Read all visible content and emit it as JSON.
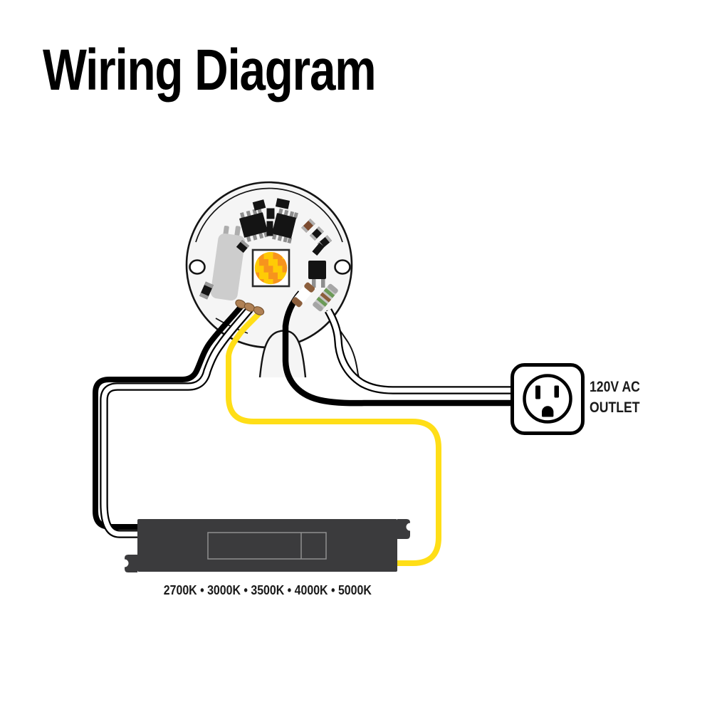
{
  "title": "Wiring Diagram",
  "outlet": {
    "label_line1": "120V AC",
    "label_line2": "OUTLET"
  },
  "driver": {
    "kelvin_options": "2700K • 3000K • 3500K • 4000K • 5000K"
  },
  "colors": {
    "wire_yellow": "#FFDE17",
    "wire_black": "#000000",
    "wire_white": "#FFFFFF",
    "driver_body": "#3B3B3D",
    "driver_label_outline": "#909090",
    "board_fill": "#F5F5F5",
    "board_outline": "#141414",
    "led_orange": "#F7941D",
    "led_yellow": "#FFCB05",
    "pad_brown": "#B08155",
    "component_black": "#141414",
    "component_gray": "#C9C9C9"
  }
}
